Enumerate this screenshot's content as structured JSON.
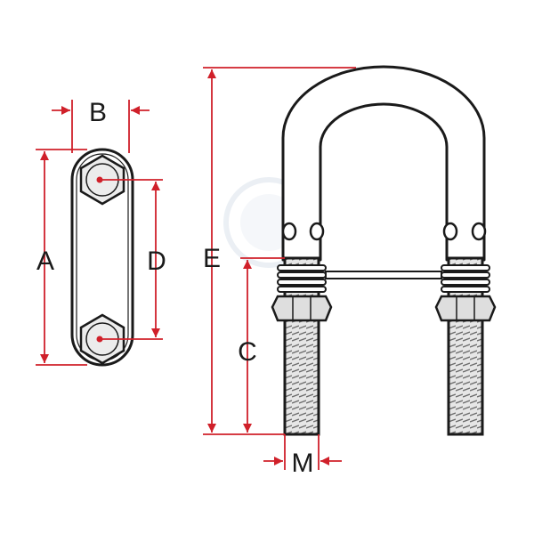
{
  "labels": {
    "a": "A",
    "b": "B",
    "c": "C",
    "d": "D",
    "e": "E",
    "m": "M"
  },
  "colors": {
    "outline": "#1a1a1a",
    "dimension": "#d0202a",
    "fill": "#ffffff",
    "thread": "#cfcfcf",
    "nut": "#dedede"
  }
}
